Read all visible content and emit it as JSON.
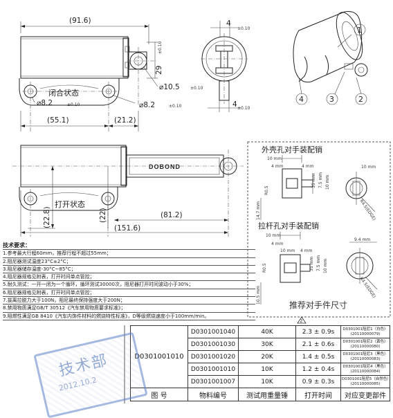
{
  "top_view": {
    "length": "(91.6)",
    "height": "29",
    "height_tol": "±0.10",
    "hole_dia": "⌀10.5",
    "hole_dia_tol": "±0.10",
    "mount_dia_left": "⌀8.2",
    "mount_dia_left_tol": "±0.10",
    "mount_dia_right": "⌀8.2",
    "mount_dia_right_tol": "±0.10",
    "closed_label": "闭合状态",
    "dist_left": "(55.1)",
    "dist_right": "(21.2)"
  },
  "end_view": {
    "width_top": "4",
    "width_top_tol": "±0.10",
    "width_bottom": "4",
    "width_bottom_tol": "±0.10"
  },
  "iso_view": {
    "callouts": [
      "1",
      "2",
      "3",
      "4"
    ]
  },
  "open_view": {
    "brand": "DOBOND",
    "open_label": "打开状态",
    "dim_left": "(22.8)",
    "dim_mid": "(22)",
    "dim_rod": "(81.2)",
    "total": "(151.6)"
  },
  "recommend": {
    "outer_title": "外壳孔对手装配销",
    "rod_title": "拉杆孔对手装配销",
    "footer": "推荐对手件尺寸",
    "outer_dims": [
      "10 mm",
      "4 mm",
      "4 mm",
      "10 mm",
      "R0.5",
      "35 mm",
      "7.5 mm",
      "10 mm",
      "14.7 mm",
      "R4.5(EDGE)"
    ],
    "rod_dims": [
      "10 mm",
      "4 mm",
      "10 mm",
      "4 mm",
      "9.4 mm",
      "R0.5",
      "35 mm",
      "7.5 mm",
      "10 mm",
      "10.5 mm",
      "R4.5(EDGE)"
    ]
  },
  "requirements": {
    "title": "技术要求：",
    "items": [
      "1.参考最大行程60mm，推荐行程不超过55mm；",
      "2.阻尼器测试温度23°C±2°C；",
      "3.阻尼器储存温度-30°C~85°C；",
      "4.阻尼器规格见附表，打开时间单点管控；",
      "5.耐久测试：一开一闭为一个循环，循环测试30000次，阻尼器打开时间波动小于30%；",
      "6.阻尼器规格见附表，打开时间单点管控；",
      "7.拔离拉脱力大于100N，阻尼最终保持强度大于200N；",
      "8.禁用物质满足GB/T 30512《汽车禁用物质要求标准》；",
      "9.阻燃性满足GB 8410《汽车内饰件材料的燃烧特性标准》，D等级燃烧速度小于100mm/min。"
    ]
  },
  "revision_mark": "2",
  "table": {
    "drawing_no": "D0301001010",
    "headers": [
      "图 号",
      "物料编号",
      "测试用重量锤",
      "打开时间",
      "对应变更部件"
    ],
    "rows": [
      {
        "part": "D0301001040",
        "weight": "40K",
        "time": "2.3 ± 0.9s",
        "remark": "D0301001阻尼1（白色）(20110000079)"
      },
      {
        "part": "D0301001030",
        "weight": "30K",
        "time": "2.1 ± 0.6s",
        "remark": "D0301001阻尼2（黄色）(20110000080)"
      },
      {
        "part": "D0301001020",
        "weight": "20K",
        "time": "1.4 ± 0.5s",
        "remark": "D0301001阻尼3（黑色）(20110000083)"
      },
      {
        "part": "D0301001010",
        "weight": "10K",
        "time": "1.2 ± 0.4s",
        "remark": "D0301001阻尼4（黑色）(20110000084)"
      },
      {
        "part": "D0301001007",
        "weight": "10K",
        "time": "0.9 ± 0.3s",
        "remark": "D0301001阻尼5（自然色）(20110000085)"
      }
    ]
  },
  "stamp": {
    "text": "技术部",
    "date": "2012.10.2"
  }
}
